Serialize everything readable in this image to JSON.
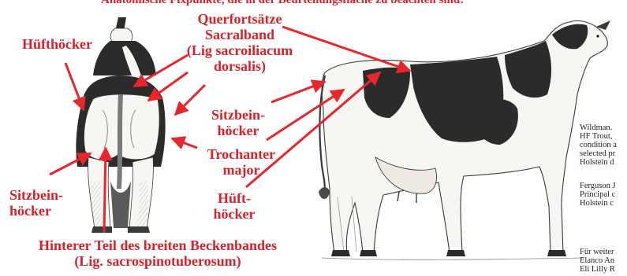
{
  "header_text": "Anatomische Fixpunkte, die in der Beurteilungsfläche zu beachten sind:",
  "labels": {
    "huefthoecker_rear": "Hüfthöcker",
    "querfortsaetze": "Querfortsätze",
    "sacralband_1": "Sacralband",
    "sacralband_2": "(Lig sacroiliacum",
    "sacralband_3": "dorsalis)",
    "sitzbein_side_1": "Sitzbein-",
    "sitzbein_side_2": "höcker",
    "trochanter_1": "Trochanter",
    "trochanter_2": "major",
    "hueft_side_1": "Hüft-",
    "hueft_side_2": "höcker",
    "sitzbein_rear_1": "Sitzbein-",
    "sitzbein_rear_2": "höcker",
    "hinterer_1": "Hinterer Teil des breiten Beckenbandes",
    "hinterer_2": "(Lig. sacrospinotuberosum)"
  },
  "references": [
    "Wildman.",
    "HF Trout,",
    "condition a",
    "selected pr",
    "Holstein d",
    "Ferguson J",
    "Principal c",
    "Holstein c",
    "Für weiter",
    "Elanco An",
    "Eli Lilly R"
  ],
  "colors": {
    "label_red": "#d8222a",
    "arrow_red": "#e8262c",
    "cow_black": "#2b2b2b",
    "cow_white": "#f6f6f3",
    "outline": "#3a3a3a"
  },
  "icons": {
    "rear_cow": "cow-rear-view-illustration",
    "side_cow": "cow-side-view-illustration"
  }
}
